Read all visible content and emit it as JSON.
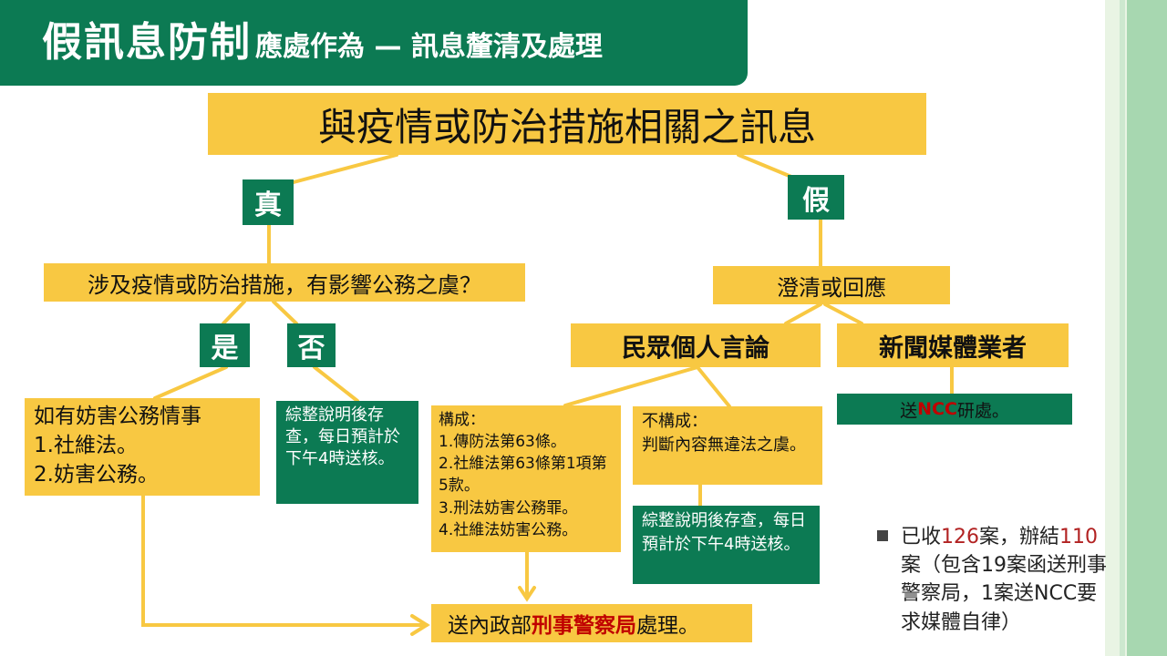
{
  "header": {
    "title_main": "假訊息防制",
    "title_sub": "應處作為 — 訊息釐清及處理"
  },
  "flow": {
    "top_message": "與疫情或防治措施相關之訊息",
    "true_label": "真",
    "false_label": "假",
    "question": "涉及疫情或防治措施，有影響公務之虞？",
    "yes_label": "是",
    "no_label": "否",
    "yes_box": {
      "line1": "如有妨害公務情事",
      "line2": "1.社維法。",
      "line3": "2.妨害公務。"
    },
    "no_box": {
      "text": "綜整說明後存查，每日預計於下午4時送核。"
    },
    "clarify": "澄清或回應",
    "public_speech": "民眾個人言論",
    "news_media": "新聞媒體業者",
    "ncc": {
      "prefix": "送",
      "highlight": "NCC",
      "suffix": "研處。"
    },
    "constitutes": {
      "heading": "構成：",
      "item1": "1.傳防法第63條。",
      "item2": "2.社維法第63條第1項第5款。",
      "item3": "3.刑法妨害公務罪。",
      "item4": "4.社維法妨害公務。"
    },
    "not_constitutes": {
      "heading": "不構成：",
      "text": "判斷內容無違法之虞。"
    },
    "not_constitutes_green": {
      "text": "綜整說明後存查，每日預計於下午4時送核。"
    },
    "final": {
      "prefix": "送內政部",
      "highlight": "刑事警察局",
      "suffix": "處理。"
    }
  },
  "stats": {
    "p1": "已收",
    "n1": "126",
    "p2": "案，辦結",
    "n2": "110",
    "p3": "案（包含19案函送刑事警察局，1案送NCC要求媒體自律）"
  },
  "colors": {
    "green": "#0c7a53",
    "yellow": "#f8c842",
    "red": "#c00000"
  }
}
